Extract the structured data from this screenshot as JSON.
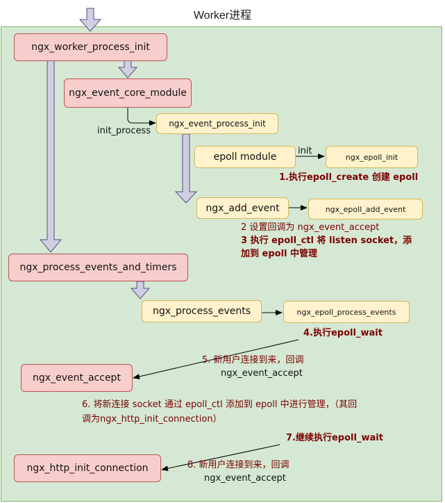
{
  "title": "Worker进程",
  "nodes": {
    "worker_init": "ngx_worker_process_init",
    "event_core": "ngx_event_core_module",
    "event_process_init": "ngx_event_process_init",
    "epoll_module": "epoll module",
    "epoll_init": "ngx_epoll_init",
    "add_event": "ngx_add_event",
    "epoll_add_event": "ngx_epoll_add_event",
    "process_events_timers": "ngx_process_events_and_timers",
    "process_events": "ngx_process_events",
    "epoll_process_events": "ngx_epoll_process_events",
    "event_accept": "ngx_event_accept",
    "http_init_conn": "ngx_http_init_connection"
  },
  "edge_labels": {
    "init_process": "init_process",
    "init": "init"
  },
  "notes": {
    "n1": "1.执行epoll_create 创建 epoll",
    "n2": "2 设置回调为 ngx_event_accept",
    "n3_line1": "3 执行 epoll_ctl 将 listen socket，添",
    "n3_line2": "加到 epoll 中管理",
    "n4": "4.执行epoll_wait",
    "n5_line1": "5. 新用户连接到来，回调",
    "n5_line2": "ngx_event_accept",
    "n6_line1": "6. 将新连接 socket 通过 epoll_ctl 添加到 epoll 中进行管理，（其回",
    "n6_line2": "调为ngx_http_init_connection）",
    "n7": "7.继续执行epoll_wait",
    "n8_line1": "8. 新用户连接到来，回调",
    "n8_line2": "ngx_event_accept"
  },
  "colors": {
    "panel_fill": "#d5e8d4",
    "panel_border": "#82b366",
    "red_fill": "#f8cecc",
    "red_border": "#b85450",
    "yellow_fill": "#fff2cc",
    "yellow_border": "#d6b656",
    "arrow_fill": "#d0cee2",
    "arrow_border": "#56517e",
    "note_text": "#7a0000"
  }
}
